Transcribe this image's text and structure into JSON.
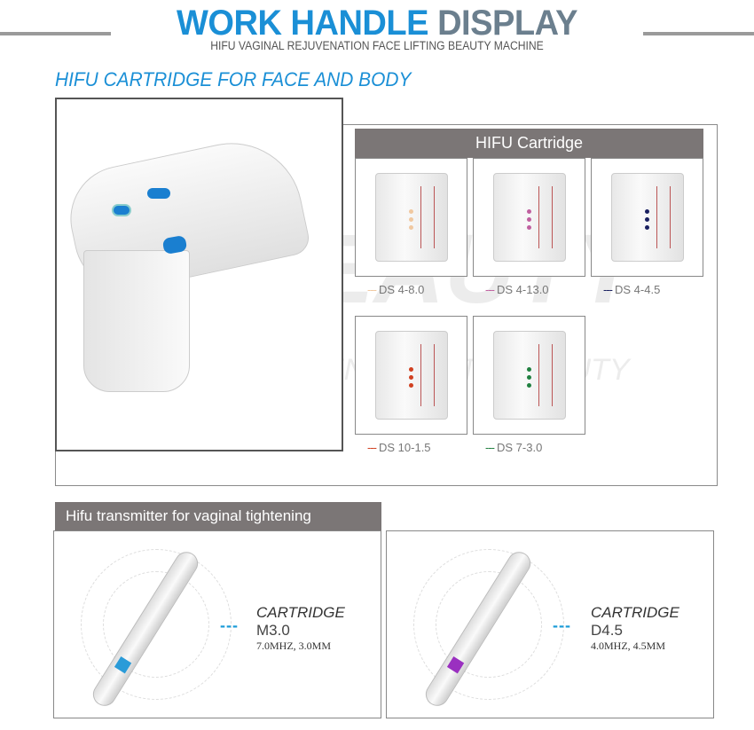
{
  "header": {
    "title_part1": "WORK HANDLE",
    "title_part2": "DISPLAY",
    "subtitle": "HIFU VAGINAL REJUVENATION FACE LIFTING BEAUTY MACHINE"
  },
  "section1": {
    "heading": "HIFU CARTRIDGE FOR FACE AND BODY",
    "panel_title": "HIFU Cartridge",
    "cartridges": [
      {
        "label": "DS 4-8.0",
        "color": "#f0c8a0"
      },
      {
        "label": "DS 4-13.0",
        "color": "#c060a0"
      },
      {
        "label": "DS 4-4.5",
        "color": "#1a2060"
      },
      {
        "label": "DS 10-1.5",
        "color": "#d04020"
      },
      {
        "label": "DS 7-3.0",
        "color": "#208040"
      }
    ]
  },
  "watermark": {
    "brand": "HCBEAUTY",
    "tagline": "ENERGY TO BEAUTY"
  },
  "section2": {
    "heading": "Hifu transmitter for  vaginal tightening",
    "items": [
      {
        "title": "CARTRIDGE",
        "model": "M3.0",
        "spec": "7.0MHZ, 3.0MM",
        "tip_color": "#2a9bd8"
      },
      {
        "title": "CARTRIDGE",
        "model": "D4.5",
        "spec": "4.0MHZ, 4.5MM",
        "tip_color": "#9a30c0"
      }
    ]
  },
  "colors": {
    "accent": "#1a8fd6",
    "gray_title": "#6b7f8e",
    "bar": "#7b7676"
  }
}
